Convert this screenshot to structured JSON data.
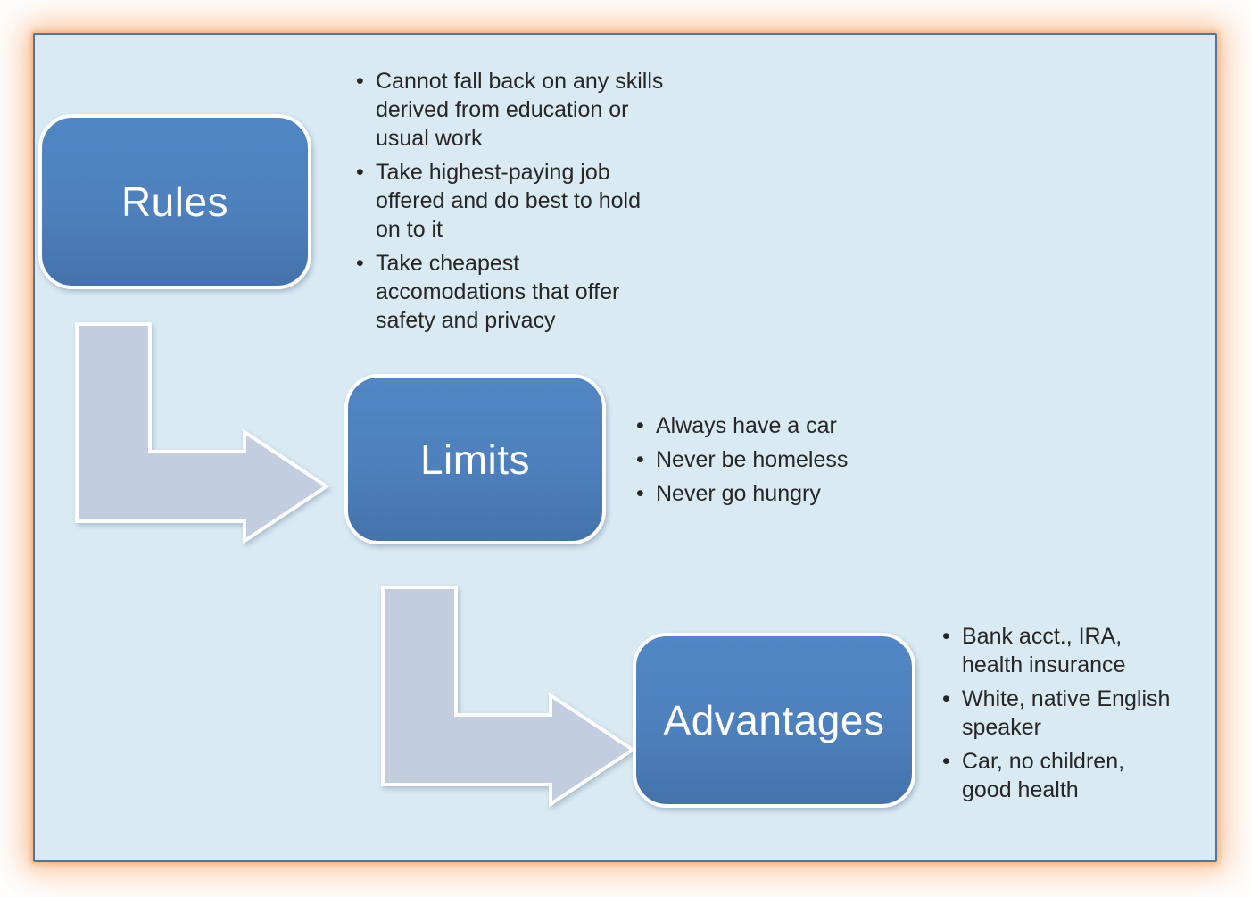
{
  "diagram": {
    "nodes": [
      {
        "id": "rules",
        "label": "Rules",
        "bullets": [
          "Cannot fall back on any skills derived from education or usual work",
          "Take highest-paying job offered and do best to hold on to it",
          "Take cheapest accomodations that offer safety and privacy"
        ]
      },
      {
        "id": "limits",
        "label": "Limits",
        "bullets": [
          "Always have a car",
          "Never be homeless",
          "Never go hungry"
        ]
      },
      {
        "id": "advantages",
        "label": "Advantages",
        "bullets": [
          "Bank acct., IRA, health insurance",
          "White, native English speaker",
          "Car, no children, good health"
        ]
      }
    ],
    "arrows": [
      {
        "from": "rules",
        "to": "limits"
      },
      {
        "from": "limits",
        "to": "advantages"
      }
    ],
    "colors": {
      "slide_background": "#d9eaf3",
      "slide_border": "#56749a",
      "outer_glow": "#f6aa6e",
      "node_fill": "#4d80bd",
      "node_border": "#ffffff",
      "node_text": "#ffffff",
      "arrow_fill": "#c3cde0",
      "arrow_border": "#ffffff",
      "bullet_text": "#262626"
    }
  }
}
